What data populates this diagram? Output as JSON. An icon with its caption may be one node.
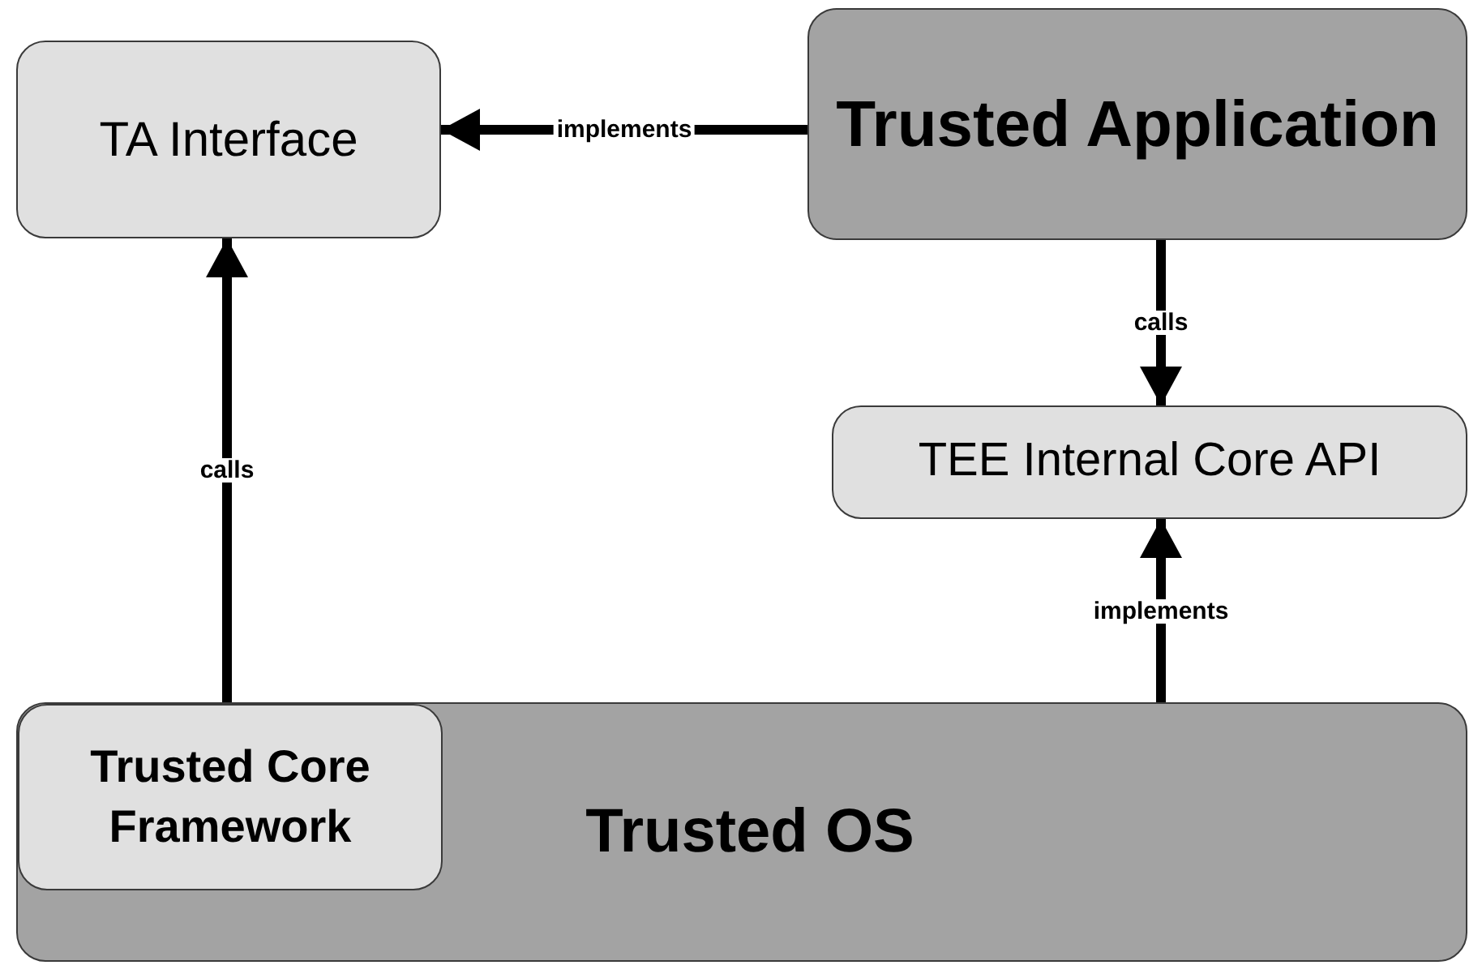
{
  "diagram": {
    "nodes": [
      {
        "text": [
          "TA Interface"
        ]
      },
      {
        "text": [
          "Trusted Application"
        ]
      },
      {
        "text": [
          "TEE Internal Core API"
        ]
      },
      {
        "text": [
          "Trusted OS"
        ]
      },
      {
        "text": [
          "Trusted Core Framework"
        ],
        "in": 3
      }
    ],
    "edges": [
      {
        "from": 1,
        "to": 0,
        "arrow": "to",
        "label": "implements"
      },
      {
        "from": 4,
        "to": 0,
        "arrow": "to",
        "label": "calls"
      },
      {
        "from": 1,
        "to": 2,
        "arrow": "to",
        "label": "calls"
      },
      {
        "from": 3,
        "to": 2,
        "arrow": "to",
        "label": "implements"
      }
    ]
  }
}
